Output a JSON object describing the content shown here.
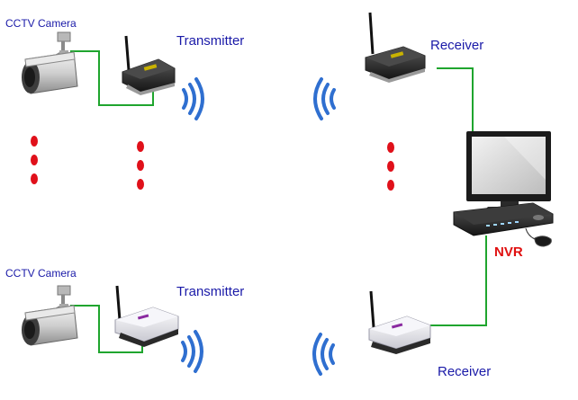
{
  "labels": {
    "camera_top": "CCTV Camera",
    "camera_bottom": "CCTV Camera",
    "transmitter_top": "Transmitter",
    "transmitter_bottom": "Transmitter",
    "receiver_top": "Receiver",
    "receiver_bottom": "Receiver",
    "nvr": "NVR"
  },
  "colors": {
    "cable": "#1fa52e",
    "signal_waves": "#2f6fd0",
    "ellipsis_dots": "#e0101a",
    "label_blue": "#1a1aa8",
    "label_red": "#e01010"
  },
  "icons": [
    "cctv-camera-icon",
    "transmitter-icon",
    "receiver-icon",
    "signal-wave-icon",
    "monitor-icon",
    "nvr-recorder-icon",
    "mouse-icon"
  ]
}
